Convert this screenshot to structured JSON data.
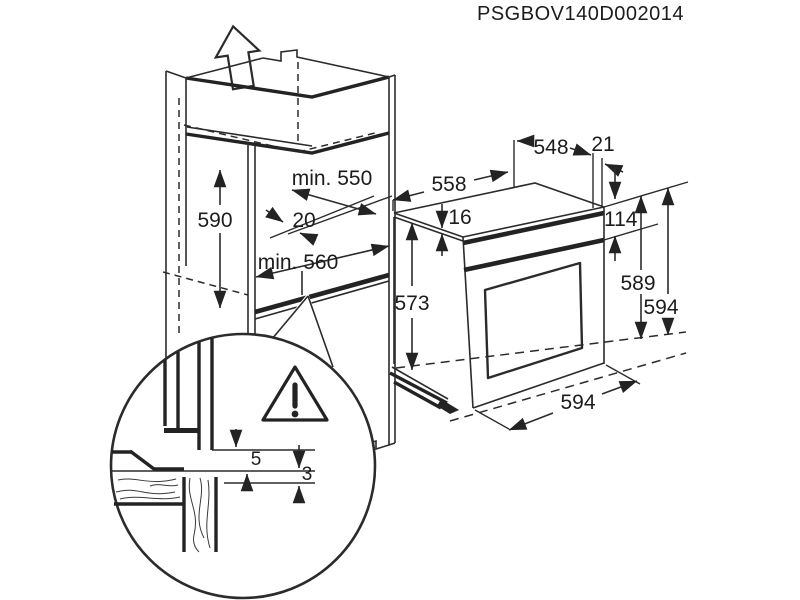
{
  "title": "PSGBOV140D002014",
  "colors": {
    "line": "#2b2b2b",
    "background": "#ffffff"
  },
  "cabinet": {
    "niche_height": "590",
    "niche_depth": "min. 550",
    "rear_gap": "20",
    "niche_width": "min. 560"
  },
  "oven": {
    "top_depth": "548",
    "front_lip": "21",
    "body_depth": "558",
    "top_trim": "16",
    "control_panel_height": "114",
    "side_height": "573",
    "rear_height": "589",
    "total_height": "594",
    "front_width": "594"
  },
  "detail": {
    "top_clearance": "5",
    "bottom_clearance": "3"
  }
}
